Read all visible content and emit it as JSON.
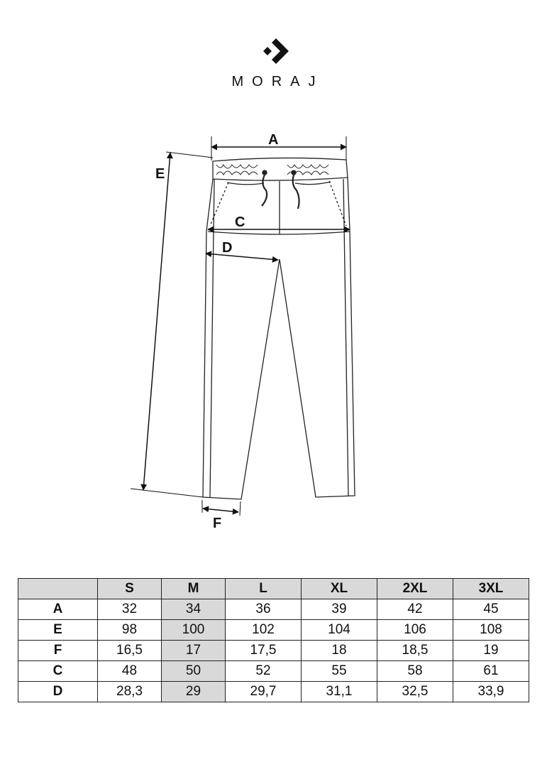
{
  "brand": {
    "name": "MORAJ",
    "logo_icon": "moraj-diamond-arrow-icon"
  },
  "diagram": {
    "labels": {
      "A": "A",
      "E": "E",
      "C": "C",
      "D": "D",
      "F": "F"
    }
  },
  "size_table": {
    "corner": "",
    "sizes": [
      "S",
      "M",
      "L",
      "XL",
      "2XL",
      "3XL"
    ],
    "highlight_color": "#d9d9d9",
    "highlighted_size": "M",
    "rows": [
      {
        "label": "A",
        "values": [
          "32",
          "34",
          "36",
          "39",
          "42",
          "45"
        ]
      },
      {
        "label": "E",
        "values": [
          "98",
          "100",
          "102",
          "104",
          "106",
          "108"
        ]
      },
      {
        "label": "F",
        "values": [
          "16,5",
          "17",
          "17,5",
          "18",
          "18,5",
          "19"
        ]
      },
      {
        "label": "C",
        "values": [
          "48",
          "50",
          "52",
          "55",
          "58",
          "61"
        ]
      },
      {
        "label": "D",
        "values": [
          "28,3",
          "29",
          "29,7",
          "31,1",
          "32,5",
          "33,9"
        ]
      }
    ]
  }
}
